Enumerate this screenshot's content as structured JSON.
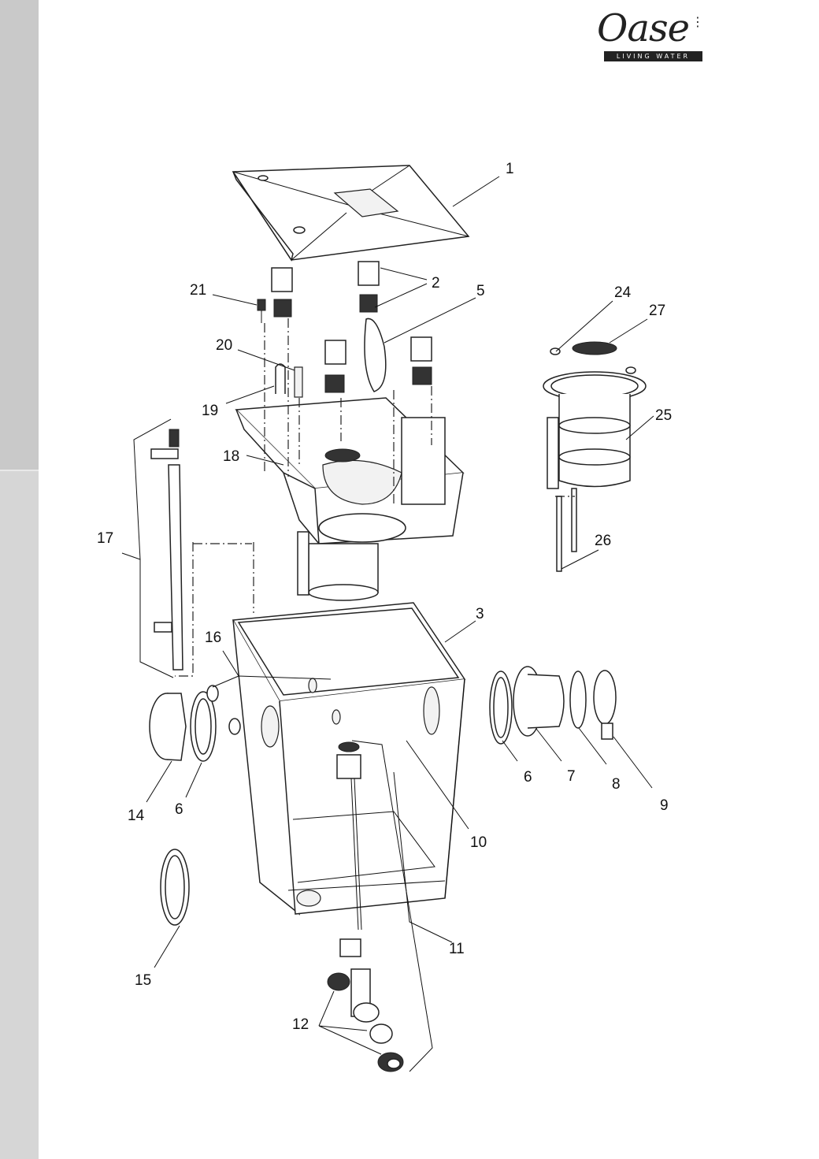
{
  "logo": {
    "brand": "Oase",
    "tagline": "LIVING WATER"
  },
  "colors": {
    "side_bar": "#d6d6d6",
    "side_bar_upper": "#c9c9c9",
    "ink": "#111111",
    "background": "#ffffff"
  },
  "part_labels": [
    "1",
    "2",
    "5",
    "21",
    "20",
    "19",
    "18",
    "24",
    "27",
    "25",
    "26",
    "17",
    "3",
    "16",
    "6",
    "7",
    "8",
    "9",
    "14",
    "6",
    "10",
    "11",
    "15",
    "12"
  ]
}
